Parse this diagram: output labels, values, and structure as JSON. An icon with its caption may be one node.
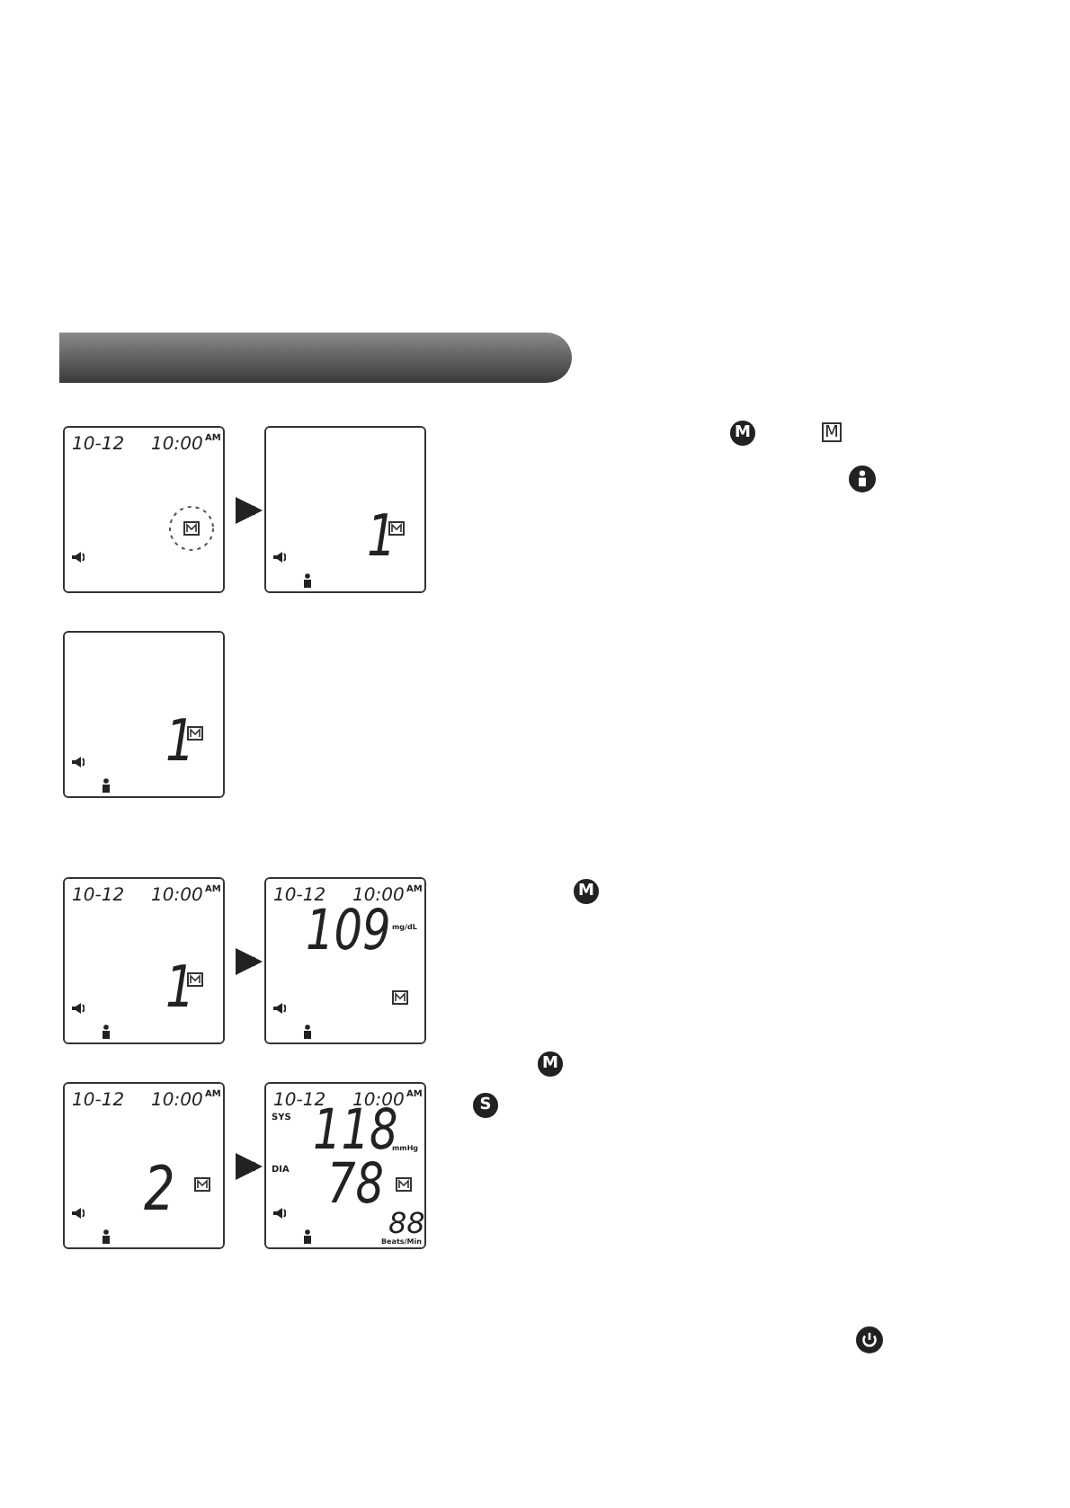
{
  "diagram": {
    "nodes": [
      {
        "text": [
          "10-12",
          "10:00",
          "AM"
        ]
      },
      {
        "text": [
          "1"
        ]
      },
      {
        "text": [
          "1"
        ]
      },
      {
        "text": [
          "10-12",
          "10:00",
          "AM",
          "1"
        ]
      },
      {
        "text": [
          "10-12",
          "10:00",
          "AM",
          "109",
          "mg/dL"
        ]
      },
      {
        "text": [
          "10-12",
          "10:00",
          "AM",
          "2"
        ]
      },
      {
        "text": [
          "10-12",
          "10:00",
          "AM",
          "SYS",
          "118",
          "mmHg",
          "DIA",
          "78",
          "88",
          "Beats/Min"
        ]
      }
    ],
    "edges": [
      {
        "from": 0,
        "to": 1,
        "arrow": "to"
      },
      {
        "from": 3,
        "to": 4,
        "arrow": "to"
      },
      {
        "from": 5,
        "to": 6,
        "arrow": "to"
      }
    ],
    "labels": [
      "M",
      "M",
      "M",
      "M",
      "S"
    ]
  }
}
